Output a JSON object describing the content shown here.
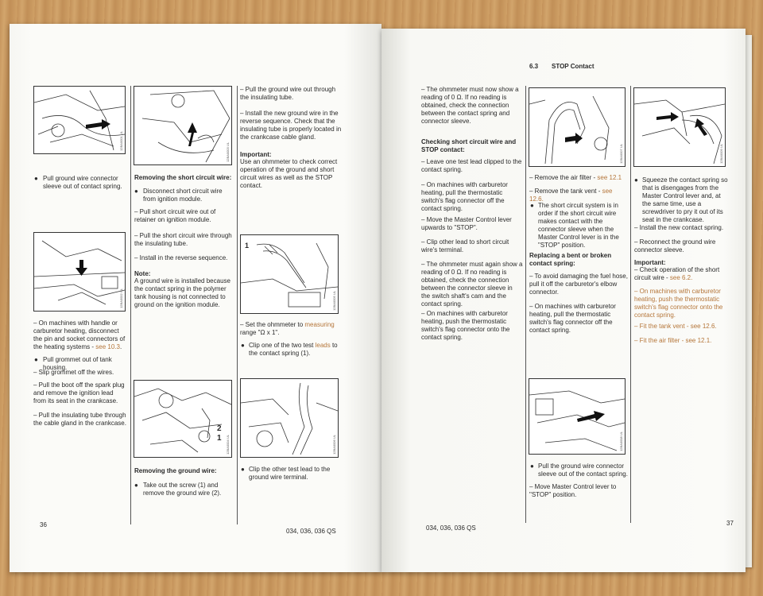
{
  "left_page": {
    "page_number": "36",
    "footer_model": "034, 036, 036 QS",
    "col1": {
      "fig1_caption": "Pull ground wire connector sleeve out of contact spring.",
      "step1": "On machines with handle or carburetor heating, disconnect the pin and socket connectors of the heating systems - ",
      "step1_ref": "see 10.3",
      "step2": "Pull grommet out of tank housing.",
      "step3": "Slip grommet off the wires.",
      "step4": "Pull the boot off the spark plug and remove the ignition lead from its seat in the crankcase.",
      "step5": "Pull the insulating tube through the cable gland in the crankcase."
    },
    "col2": {
      "heading1": "Removing the short circuit wire:",
      "b1": "Disconnect short circuit wire from ignition module.",
      "s1": "Pull short circuit wire out of retainer on ignition module.",
      "s2": "Pull the short circuit wire through the insulating tube.",
      "s3": "Install in the reverse sequence.",
      "note_title": "Note:",
      "note_text": "A ground wire is installed because the contact spring in the polymer tank housing is not connected to ground on the ignition module.",
      "heading2": "Removing the ground wire:",
      "b2": "Take out the screw (1) and remove the ground wire (2).",
      "fig_label_2": "2",
      "fig_label_1": "1"
    },
    "col3": {
      "s1": "Pull the ground wire out through the insulating tube.",
      "s2": "Install the new ground wire in the reverse sequence. Check that the insulating tube is properly located in the crankcase cable gland.",
      "important_title": "Important:",
      "important_text": "Use an ohmmeter to check correct operation of the ground and short circuit wires as well as the STOP contact.",
      "fig_label_1": "1",
      "s3a": "Set the ohmmeter to ",
      "s3_ref": "measuring",
      "s3b": "range \"Ω x 1\".",
      "b1a": "Clip one of the two test ",
      "b1_ref": "leads",
      "b1b": " to the contact spring (1).",
      "b2": "Clip the other test lead to the ground wire terminal."
    }
  },
  "right_page": {
    "section_number": "6.3",
    "section_title": "STOP Contact",
    "page_number": "37",
    "footer_model": "034, 036, 036 QS",
    "col1": {
      "s1": "The ohmmeter must now show a reading of 0 Ω. If no reading is obtained, check the connection between the contact spring and connector sleeve.",
      "heading": "Checking short circuit wire and STOP contact:",
      "s2": "Leave one test lead clipped to the contact spring.",
      "s3": "On machines with carburetor heating, pull the thermostatic switch's flag connector off the contact spring.",
      "s4": "Move the Master Control lever upwards to \"STOP\".",
      "s5": "Clip other lead to short circuit wire's terminal.",
      "s6": "The ohmmeter must again show a reading of 0 Ω. If no reading is obtained, check the connection between the connector sleeve in the switch shaft's cam and the contact spring.",
      "s7": "On machines with carburetor heating, push the thermostatic switch's flag connector onto the contact spring."
    },
    "col2": {
      "s1": "Remove the air filter - ",
      "s1_ref": "see 12.1",
      "s2": "Remove the tank vent - ",
      "s2_ref": "see 12.6.",
      "b1": "The short circuit system is in order if the short circuit wire makes contact with the connector sleeve when the Master Control lever is in the \"STOP\" position.",
      "heading": "Replacing a bent or broken contact spring:",
      "s3": "To avoid damaging the fuel hose, pull it off the carburetor's elbow connector.",
      "s4": "On machines with carburetor heating, pull the thermostatic switch's flag connector off the contact spring.",
      "b2": "Pull the ground wire connector sleeve out of the contact spring.",
      "s5": "Move Master Control lever to \"STOP\" position."
    },
    "col3": {
      "b1": "Squeeze the contact spring so that is disengages from the Master Control lever and, at the same time, use a screwdriver to pry it out of its seat in the crankcase.",
      "s1": "Install the new contact spring.",
      "s2": "Reconnect the ground wire connector sleeve.",
      "important_title": "Important:",
      "s3a": "Check operation of the short circuit wire - ",
      "s3_ref": "see 6.2.",
      "s4": "On machines with carburetor heating, push the thermostatic switch's flag connector onto the contact spring.",
      "s5": "Fit the tank vent - see 12.6.",
      "s6": "Fit the air filter - see 12.1."
    }
  }
}
